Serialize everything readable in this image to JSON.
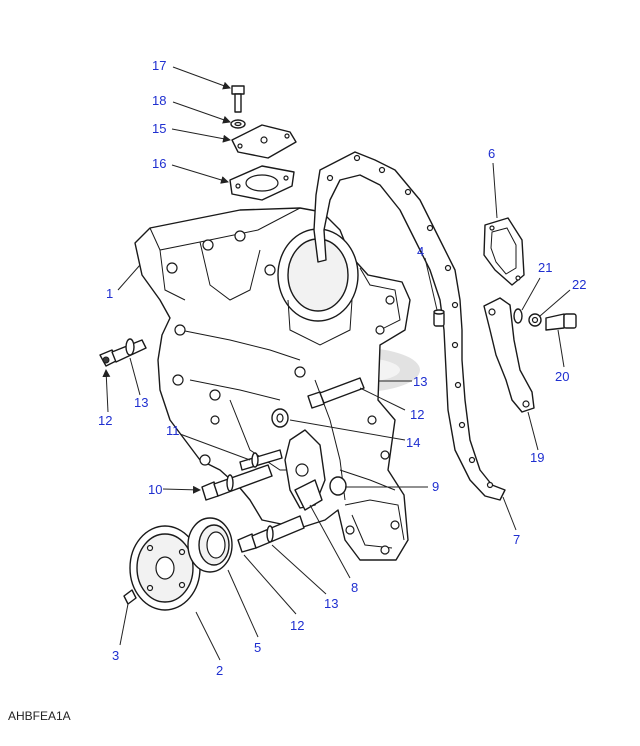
{
  "figure_ref": "AHBFEA1A",
  "callouts": [
    {
      "id": "c17",
      "text": "17"
    },
    {
      "id": "c18",
      "text": "18"
    },
    {
      "id": "c15",
      "text": "15"
    },
    {
      "id": "c16",
      "text": "16"
    },
    {
      "id": "c1",
      "text": "1"
    },
    {
      "id": "c6",
      "text": "6"
    },
    {
      "id": "c4",
      "text": "4"
    },
    {
      "id": "c21",
      "text": "21"
    },
    {
      "id": "c22",
      "text": "22"
    },
    {
      "id": "c20",
      "text": "20"
    },
    {
      "id": "c12a",
      "text": "12"
    },
    {
      "id": "c13a",
      "text": "13"
    },
    {
      "id": "c13b",
      "text": "13"
    },
    {
      "id": "c12b",
      "text": "12"
    },
    {
      "id": "c14",
      "text": "14"
    },
    {
      "id": "c11",
      "text": "11"
    },
    {
      "id": "c10",
      "text": "10"
    },
    {
      "id": "c9",
      "text": "9"
    },
    {
      "id": "c19",
      "text": "19"
    },
    {
      "id": "c7",
      "text": "7"
    },
    {
      "id": "c8",
      "text": "8"
    },
    {
      "id": "c13c",
      "text": "13"
    },
    {
      "id": "c12c",
      "text": "12"
    },
    {
      "id": "c3",
      "text": "3"
    },
    {
      "id": "c5",
      "text": "5"
    },
    {
      "id": "c2",
      "text": "2"
    }
  ]
}
